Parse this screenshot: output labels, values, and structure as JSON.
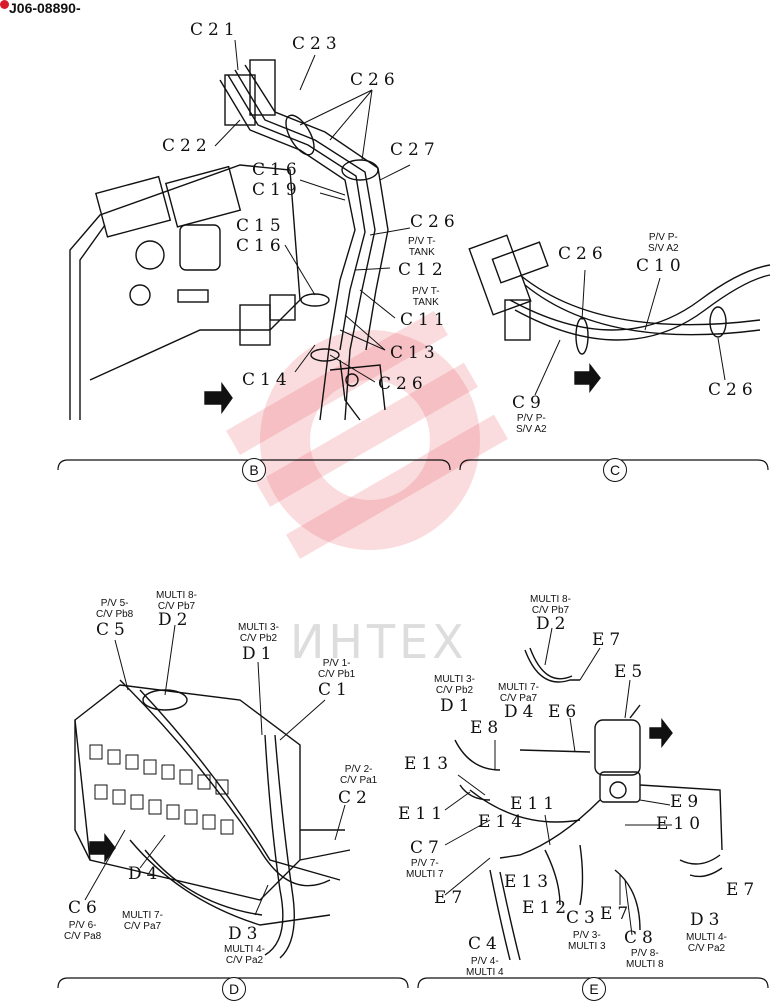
{
  "ref_number": "J06-08890-",
  "watermark": "ИНТЕХ",
  "sections": {
    "b": "B",
    "c": "C",
    "d": "D",
    "e": "E"
  },
  "labels": {
    "c21": "C21",
    "c23": "C23",
    "c26a": "C26",
    "c22": "C22",
    "c27": "C27",
    "c16a": "C16",
    "c19": "C19",
    "c15": "C15",
    "c16b": "C16",
    "c26b": "C26",
    "c12": "C12",
    "c11": "C11",
    "c13": "C13",
    "c14": "C14",
    "c26c": "C26",
    "c26d": "C26",
    "c10": "C10",
    "c9": "C9",
    "c26e": "C26",
    "c5": "C5",
    "d2a": "D2",
    "d1a": "D1",
    "c1": "C1",
    "c2": "C2",
    "c6": "C6",
    "d4a": "D4",
    "d3a": "D3",
    "d2b": "D2",
    "e7a": "E7",
    "e5": "E5",
    "d1b": "D1",
    "d4b": "D4",
    "e6": "E6",
    "e8": "E8",
    "e13a": "E13",
    "e14": "E14",
    "e11a": "E11",
    "e11b": "E11",
    "e9": "E9",
    "e10": "E10",
    "c7": "C7",
    "e7b": "E7",
    "e13b": "E13",
    "e12": "E12",
    "c3": "C3",
    "e7c": "E7",
    "c8": "C8",
    "d3b": "D3",
    "e7d": "E7",
    "c4": "C4"
  },
  "captions": {
    "pv_t_tank_1": "P/V T-\nTANK",
    "pv_t_tank_2": "P/V T-\nTANK",
    "pv_p_sv_a2_1": "P/V P-\nS/V A2",
    "pv_p_sv_a2_2": "P/V P-\nS/V A2",
    "pv5_cv_pb8": "P/V 5-\nC/V Pb8",
    "multi8_cv_pb7_a": "MULTI 8-\nC/V Pb7",
    "multi3_cv_pb2_a": "MULTI 3-\nC/V Pb2",
    "pv1_cv_pb1": "P/V 1-\nC/V Pb1",
    "pv2_cv_pa1": "P/V 2-\nC/V Pa1",
    "pv6_cv_pa8": "P/V 6-\nC/V Pa8",
    "multi7_cv_pa7_a": "MULTI 7-\nC/V Pa7",
    "multi4_cv_pa2_a": "MULTI 4-\nC/V Pa2",
    "multi8_cv_pb7_b": "MULTI 8-\nC/V Pb7",
    "multi3_cv_pb2_b": "MULTI 3-\nC/V Pb2",
    "multi7_cv_pa7_b": "MULTI 7-\nC/V Pa7",
    "pv7_multi7": "P/V 7-\nMULTI 7",
    "pv4_multi4": "P/V 4-\nMULTI 4",
    "pv3_multi3": "P/V 3-\nMULTI 3",
    "pv8_multi8": "P/V 8-\nMULTI 8",
    "multi4_cv_pa2_b": "MULTI 4-\nC/V Pa2"
  }
}
